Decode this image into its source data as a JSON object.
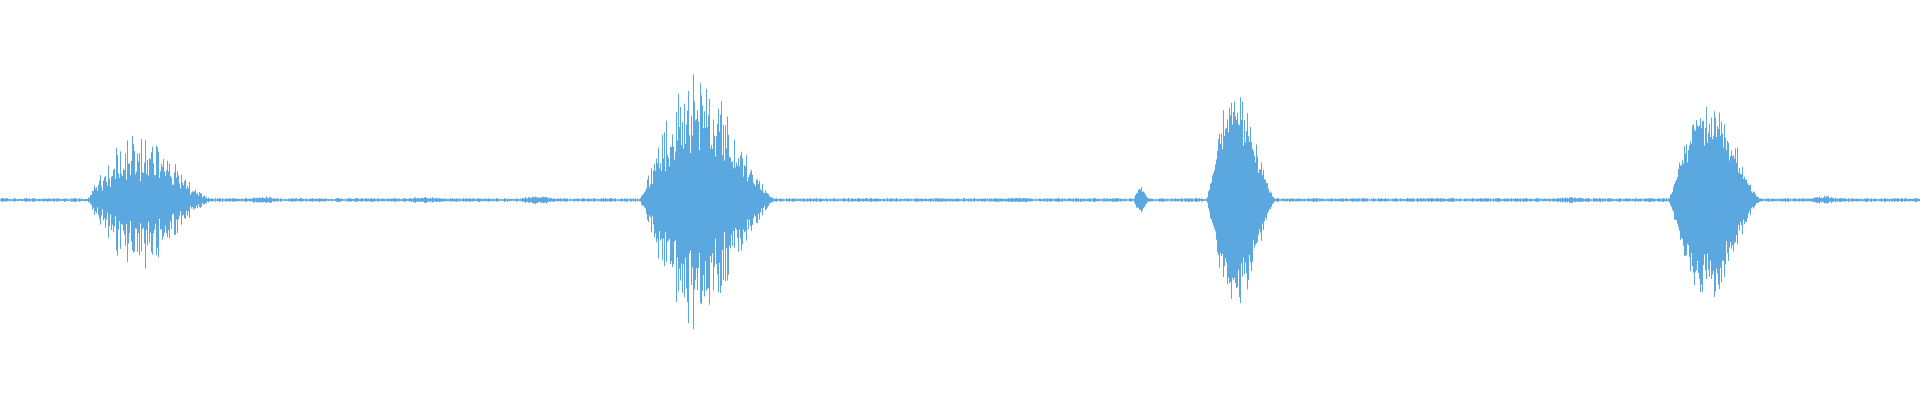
{
  "waveform": {
    "color": "#5ba8e0",
    "background": "#ffffff",
    "baseline_amplitude": 0.008,
    "noise_floor": 0.01,
    "segments": [
      {
        "name": "burst-1",
        "start": 0.045,
        "end": 0.112,
        "peak": 0.23,
        "noise": 0.55
      },
      {
        "name": "burst-2",
        "start": 0.333,
        "end": 0.405,
        "peak": 0.45,
        "noise": 0.45
      },
      {
        "name": "blip",
        "start": 0.59,
        "end": 0.599,
        "peak": 0.06,
        "noise": 0.2
      },
      {
        "name": "burst-3",
        "start": 0.628,
        "end": 0.665,
        "peak": 0.44,
        "noise": 0.25
      },
      {
        "name": "burst-4",
        "start": 0.869,
        "end": 0.918,
        "peak": 0.39,
        "noise": 0.25
      }
    ],
    "quiet_ripples": [
      {
        "start": 0.128,
        "end": 0.15,
        "peak": 0.018
      },
      {
        "start": 0.208,
        "end": 0.24,
        "peak": 0.014
      },
      {
        "start": 0.268,
        "end": 0.295,
        "peak": 0.02
      },
      {
        "start": 0.518,
        "end": 0.545,
        "peak": 0.012
      },
      {
        "start": 0.805,
        "end": 0.835,
        "peak": 0.014
      },
      {
        "start": 0.94,
        "end": 0.965,
        "peak": 0.018
      }
    ]
  }
}
